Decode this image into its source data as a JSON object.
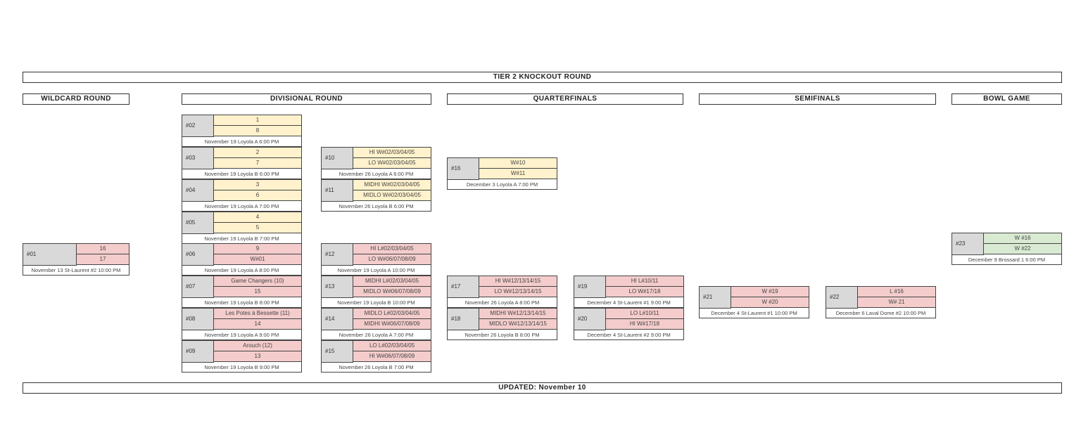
{
  "headers": {
    "tier": "TIER 2 KNOCKOUT ROUND",
    "wildcard": "WILDCARD ROUND",
    "divisional": "DIVISIONAL ROUND",
    "quarterfinals": "QUARTERFINALS",
    "semifinals": "SEMIFINALS",
    "bowl": "BOWL GAME",
    "updated": "UPDATED: November 10"
  },
  "colors": {
    "yellow": "#fff2cc",
    "red": "#f4cccc",
    "green": "#d9ead3",
    "num_bg": "#d9d9d9"
  },
  "matches": {
    "m01": {
      "num": "#01",
      "team1": "16",
      "team2": "17",
      "info": "November 13 St-Laurent #2 10:00 PM"
    },
    "m02": {
      "num": "#02",
      "team1": "1",
      "team2": "8",
      "info": "November 19 Loyola A 6:00 PM"
    },
    "m03": {
      "num": "#03",
      "team1": "2",
      "team2": "7",
      "info": "November 19 Loyola B 6:00 PM"
    },
    "m04": {
      "num": "#04",
      "team1": "3",
      "team2": "6",
      "info": "November 19 Loyola A 7:00 PM"
    },
    "m05": {
      "num": "#05",
      "team1": "4",
      "team2": "5",
      "info": "November 19 Loyola B 7:00 PM"
    },
    "m06": {
      "num": "#06",
      "team1": "9",
      "team2": "W#01",
      "info": "November 19 Loyola A 8:00 PM"
    },
    "m07": {
      "num": "#07",
      "team1": "Game Changers (10)",
      "team2": "15",
      "info": "November 19 Loyola B 8:00 PM"
    },
    "m08": {
      "num": "#08",
      "team1": "Les Potes à Bessette (11)",
      "team2": "14",
      "info": "November 19 Loyola A 9:00 PM"
    },
    "m09": {
      "num": "#09",
      "team1": "Arouch (12)",
      "team2": "13",
      "info": "November 19 Loyola B 9:00 PM"
    },
    "m10": {
      "num": "#10",
      "team1": "HI W#02/03/04/05",
      "team2": "LO W#02/03/04/05",
      "info": "November 26 Loyola A 6:00 PM"
    },
    "m11": {
      "num": "#11",
      "team1": "MIDHI W#02/03/04/05",
      "team2": "MIDLO W#02/03/04/05",
      "info": "November 26 Loyola B 6:00 PM"
    },
    "m12": {
      "num": "#12",
      "team1": "HI L#02/03/04/05",
      "team2": "LO W#06/07/08/09",
      "info": "November 19 Loyola A 10:00 PM"
    },
    "m13": {
      "num": "#13",
      "team1": "MIDHI L#02/03/04/05",
      "team2": "MIDLO W#06/07/08/09",
      "info": "November 19 Loyola B 10:00 PM"
    },
    "m14": {
      "num": "#14",
      "team1": "MIDLO L#02/03/04/05",
      "team2": "MIDHI W#06/07/08/09",
      "info": "November 26 Loyola A 7:00 PM"
    },
    "m15": {
      "num": "#15",
      "team1": "LO L#02/03/04/05",
      "team2": "HI W#06/07/08/09",
      "info": "November 26 Loyola B 7:00 PM"
    },
    "m16": {
      "num": "#16",
      "team1": "W#10",
      "team2": "W#11",
      "info": "December 3 Loyola A 7:00 PM"
    },
    "m17": {
      "num": "#17",
      "team1": "HI W#12/13/14/15",
      "team2": "LO W#12/13/14/15",
      "info": "November 26 Loyola A 8:00 PM"
    },
    "m18": {
      "num": "#18",
      "team1": "MIDHI W#12/13/14/15",
      "team2": "MIDLO W#12/13/14/15",
      "info": "November 26 Loyola B 8:00 PM"
    },
    "m19": {
      "num": "#19",
      "team1": "HI L#10/11",
      "team2": "LO W#17/18",
      "info": "December 4 St-Laurent #1 9:00 PM"
    },
    "m20": {
      "num": "#20",
      "team1": "LO L#10/11",
      "team2": "HI W#17/18",
      "info": "December 4 St-Laurent #2 9:00 PM"
    },
    "m21": {
      "num": "#21",
      "team1": "W #19",
      "team2": "W #20",
      "info": "December 4 St-Laurent #1 10:00 PM"
    },
    "m22": {
      "num": "#22",
      "team1": "L #16",
      "team2": "W# 21",
      "info": "December 6 Laval Dome #2 10:00 PM"
    },
    "m23": {
      "num": "#23",
      "team1": "W #16",
      "team2": "W #22",
      "info": "December 9 Brossard 1 6:00 PM"
    }
  }
}
